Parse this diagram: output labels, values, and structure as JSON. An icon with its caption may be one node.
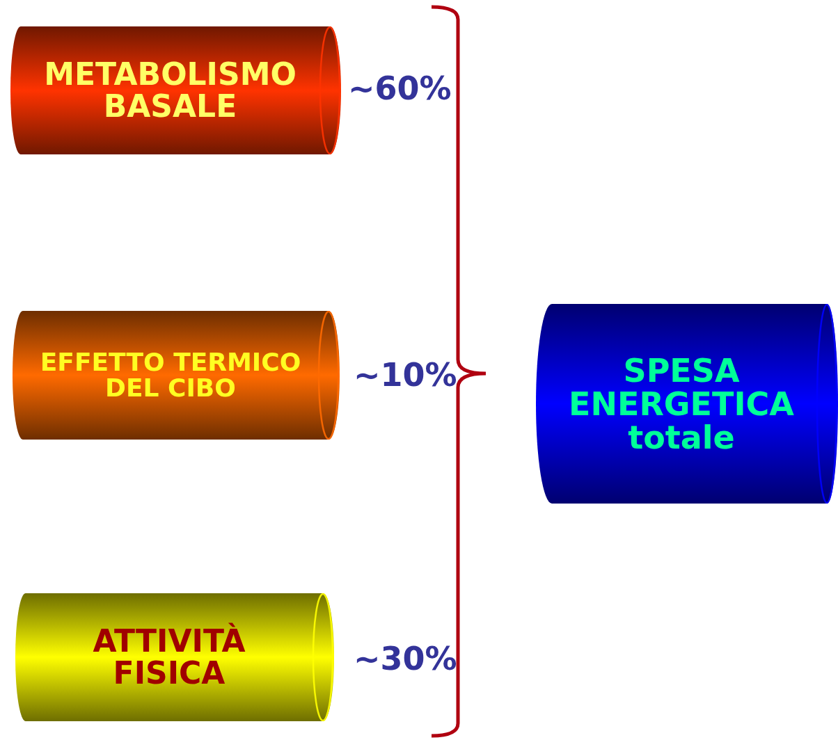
{
  "diagram": {
    "nodes": [
      {
        "text": [
          "METABOLISMO BASALE"
        ],
        "beside": [
          "~60%"
        ]
      },
      {
        "text": [
          "EFFETTO TERMICO DEL CIBO"
        ],
        "beside": [
          "~10%"
        ]
      },
      {
        "text": [
          "ATTIVITÀ FISICA"
        ],
        "beside": [
          "~30%"
        ]
      },
      {
        "text": [
          "SPESA ENERGETICA totale"
        ]
      }
    ]
  }
}
